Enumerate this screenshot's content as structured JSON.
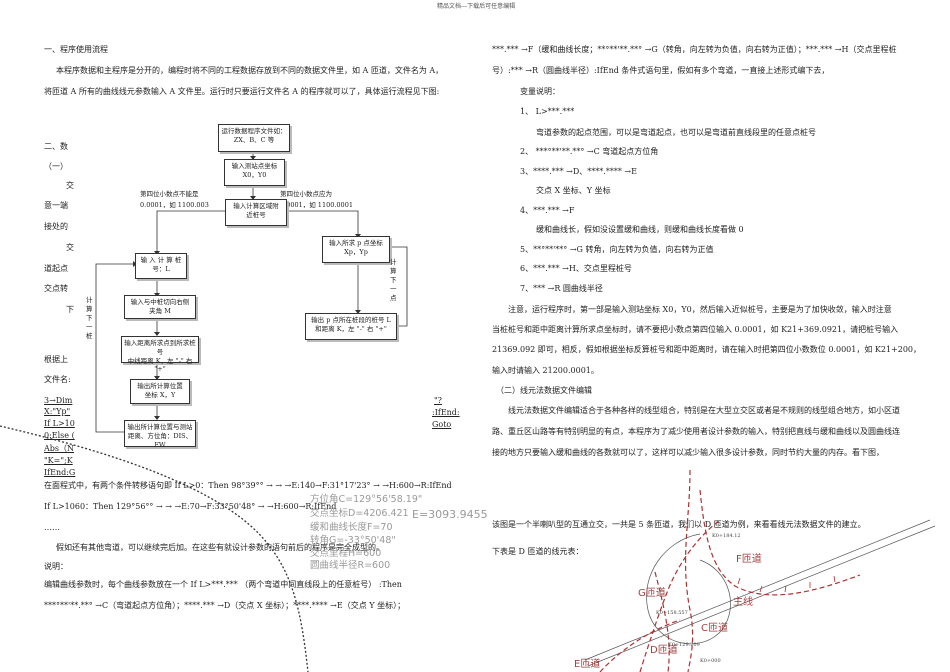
{
  "header": "精品文档---下载后可任意编辑",
  "left": {
    "s1_title": "一、程序使用流程",
    "s1_p1": "本程序数据和主程序是分开的，编程时将不同的工程数据存放到不同的数据文件里，如 A 匝道，文件名为 A，",
    "s1_p2": "将匝道 A 所有的曲线线元参数输入 A 文件里。运行时只要运行文件名 A 的程序就可以了，具体运行流程见下图:",
    "s2_title": "二、数",
    "s2_sub": "（一）",
    "s2_l1": "交",
    "s2_l2": "意一端",
    "s2_l3": "接处的",
    "s2_l4": "交",
    "s2_l5": "道起点",
    "s2_l6": "交点转",
    "s2_l7": "下",
    "s3_l1": "根据上",
    "s3_l2": "文件名:",
    "code_1": "3→Dim",
    "code_2": "X:\"Yp\"",
    "code_3": "If  L>10",
    "code_4": "0:Else (",
    "code_5": "Abs（N",
    "code_6": "\"K=\";K",
    "code_7": "IfEnd:G",
    "right_frag_1": "\"?",
    "right_frag_2": ":IfEnd:",
    "right_frag_3": "Goto",
    "para_a": "在面程式中，有两个条件转移语句即 If L>0：Then 98°39°° → → →E:140→F:31°17'23° → →H:600→R:IfEnd",
    "para_b": "If L>1060：Then 129°56°° → → →E:70→F:33°50'48° → →H:600→R:IfEnd",
    "dots": "……",
    "para_c": "假如还有其他弯道，可以继续完后加。在这些有就设计参数的语句前后的程序是完全成型的。",
    "para_d": "说明：",
    "para_e": "编辑曲线参数时，每个曲线参数放在一个 If L>***.*** （两个弯道中间直线段上的任意桩号） :Then",
    "para_f": "***°**'**.**° →C（弯道起点方位角）；****.*** →D（交点 X 坐标）；****.**** →E（交点 Y 坐标）；"
  },
  "flow": {
    "b1": "运行数据程序文件如：",
    "b1b": "ZX、B、C 等",
    "b2": "输入测站点坐标",
    "b2b": "X0，Y0",
    "b3": "输入计算区域附",
    "b3b": "近桩号",
    "note_l1": "第四位小数点不能是",
    "note_l2": "0.0001，如 1100.003",
    "note_r1": "第四位小数点应为",
    "note_r2": "0.0001，如 1100.0001",
    "b4": "输入所求 p 点坐标",
    "b4b": "Xp，Yp",
    "b5": "输 入 计 算 桩",
    "b5b": "号：L",
    "b6": "输入与中桩切向右侧",
    "b6b": "夹角 M",
    "b7": "输入距离所求点到所求桩号",
    "b7b": "中线距离 K，左 \"-\" 右 \"+\"",
    "b8": "输出所计算位置",
    "b8b": "坐标 X，Y",
    "b9": "输出所计算位置与测站",
    "b9b": "距离、方位角：DIS、FW",
    "b10": "输出 p 点所在桩段的桩号 L",
    "b10b": "和距离 K，左 \"-\" 右 \"+\"",
    "loop_l": "计算下一桩",
    "loop_r": "计算下一点"
  },
  "calc_display": {
    "line1": "方位角C=129°56'58.19\"",
    "line2": "交点坐标D=4206.421",
    "line2b": "E=3093.9455",
    "line3": "缓和曲线长度F=70",
    "line4": "转角G=-33°50'48\"",
    "line5": "交点里程H=600",
    "line6": "圆曲线半径R=600"
  },
  "right": {
    "p1a": "***.*** →F（缓和曲线长度；**°**'**.**° →G（转角，向左转为负值，向右转为正值）；***.*** →H（交点里程桩",
    "p1b": "号）:*** →R（圆曲线半径）:IfEnd 条件式语句里，假如有多个弯道，一直接上述形式编下去，",
    "var_title": "变量说明：",
    "v1": "1、  L>***.***",
    "v1d": "弯道参数的起点范围，可以是弯道起点，也可以是弯道前直线段里的任意点桩号",
    "v2": "2、  ***°**'**.**° →C 弯道起点方位角",
    "v3": "3、****.*** →D、****.**** →E",
    "v3d": "交点 X 坐标、Y 坐标",
    "v4": "4、***.*** →F",
    "v4d": "缓和曲线长，假如没设置缓和曲线，则缓和曲线长度看做 0",
    "v5": "5、**°**'**° →G    转角，向左转为负值，向右转为正值",
    "v6": "6、***.*** →H、交点里程桩号",
    "v7": "7、*** →R    圆曲线半径",
    "note1": "注意，运行程序时，第一部是输入测站坐标 X0，Y0，然后输入近似桩号，主要是为了加快收敛，输入时注意",
    "note2": "当桩桩号和距中距离计算所求点坐标时，请不要把小数点第四位输入 0.0001，如 K21+369.0921，请把桩号输入",
    "note3": "21369.092 即可，相反，假如根据坐标反算桩号和距中距离时，请在输入时把第四位小数数位 0.0001，如 K21+200，",
    "note4": "输入时请输入 21200.0001。",
    "s_title": "（二）线元法数据文件编辑",
    "s_p1": "线元法数据文件编辑适合于各种各样的线型组合，特别是在大型立交区或者是不规则的线型组合地方，如小区道",
    "s_p2": "路、重丘区山路等有特别明显的有点，本程序为了减少使用者设计参数的输入，特别把直线与缓和曲线以及圆曲线连",
    "s_p3": "接的地方只要输入缓和曲线的各数就可以了，这样可以减少输入很多设计参数，同时节约大量的内存。看下图，",
    "fig_p1": "该图是一个半喇叭型的互通立交，一共是 5 条匝道，我们以 D 匝道为例，来看看线元法数据文件的建立。",
    "fig_p2": "下表是 D 匝道的线元表："
  },
  "map": {
    "f_label": "F匝道",
    "g_label": "G匝道",
    "c_label": "C匝道",
    "d_label": "D匝道",
    "e_label": "E匝道",
    "main_label": "主线",
    "stn1": "K0+184.12",
    "stn2": "K0+158.557",
    "stn3": "K0+129.209",
    "stn4": "K0+000"
  }
}
